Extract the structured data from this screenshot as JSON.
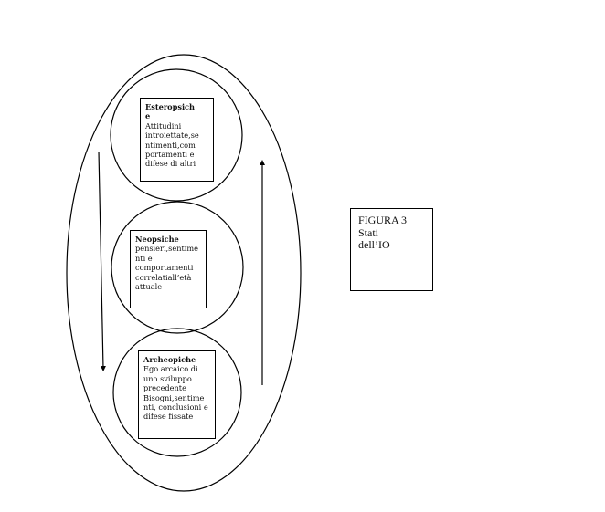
{
  "colors": {
    "stroke": "#000000",
    "background": "#ffffff",
    "text": "#111111"
  },
  "figure": {
    "lines": [
      "FIGURA 3",
      "Stati",
      "dell’IO"
    ]
  },
  "states": [
    {
      "title_lines": [
        "Esteropsich",
        "e"
      ],
      "body_lines": [
        "Attitudini",
        "introiettate,se",
        "ntimenti,com",
        "portamenti e",
        "difese di altri"
      ]
    },
    {
      "title_lines": [
        "Neopsiche"
      ],
      "body_lines": [
        "pensieri,sentime",
        "nti e",
        "comportamenti",
        "correlatiall’età",
        "attuale"
      ]
    },
    {
      "title_lines": [
        "Archeopiche"
      ],
      "body_lines": [
        "Ego arcaico di",
        "uno sviluppo",
        "precedente",
        "Bisogni,sentime",
        "nti, conclusioni e",
        "difese fissate"
      ]
    }
  ],
  "arrows": [
    {
      "direction": "down",
      "side": "left"
    },
    {
      "direction": "up",
      "side": "right"
    }
  ]
}
